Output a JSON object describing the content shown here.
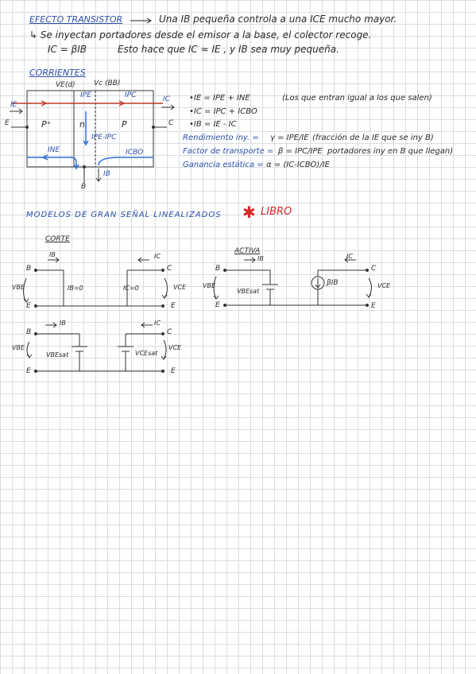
{
  "header": {
    "line1_title": "EFECTO TRANSISTOR",
    "line1_rest": "Una IB pequeña controla a una ICE mucho mayor.",
    "line2": "↳ Se inyectan portadores desde el emisor a la base, el colector recoge.",
    "line3_formula": "IC = βIB",
    "line3_rest": "Esto hace que IC ≈ IE , y IB sea muy pequeña."
  },
  "corrientes": {
    "title": "CORRIENTES",
    "veb_label": "VE(d)",
    "vc_label": "Vc (BB)",
    "ie_label": "IE",
    "e_label": "E",
    "ic_label": "IC",
    "c_label": "C",
    "b_label": "B",
    "ipe": "IPE",
    "ipc": "IPC",
    "ipe_ipc": "IPE-IPC",
    "ine": "INE",
    "icbo": "ICBO",
    "ib": "IB",
    "p_plus": "P⁺",
    "n": "n",
    "p": "P"
  },
  "equations": {
    "eq1": "•IE = IPE + INE",
    "eq1_note": "(Los que entran igual a los que salen)",
    "eq2": "•IC = IPC + ICBO",
    "eq3": "•IB = IE - IC",
    "rend_label": "Rendimiento iny. =",
    "rend_formula": "γ = IPE/IE",
    "rend_note": "(fracción de la IE que se iny B)",
    "factor_label": "Factor de transporte =",
    "factor_formula": "β = IPC/IPE",
    "factor_note": "portadores iny en B que llegan)",
    "ganancia_label": "Ganancia estática =",
    "ganancia_formula": "α = (IC-ICBO)/IE"
  },
  "modelos": {
    "title": "MODELOS DE GRAN SEÑAL LINEALIZADOS",
    "libro": "LIBRO",
    "corte": "CORTE",
    "activa": "ACTIVA",
    "ib": "IB",
    "ic": "IC",
    "b": "B",
    "c": "C",
    "e": "E",
    "vbe": "VBE",
    "vce": "VCE",
    "ib0": "IB=0",
    "ic0": "IC=0",
    "vbesat": "VBEsat",
    "vcesat": "VCEsat",
    "vbesat_act": "VBEsat",
    "beta_ib": "βIB"
  }
}
